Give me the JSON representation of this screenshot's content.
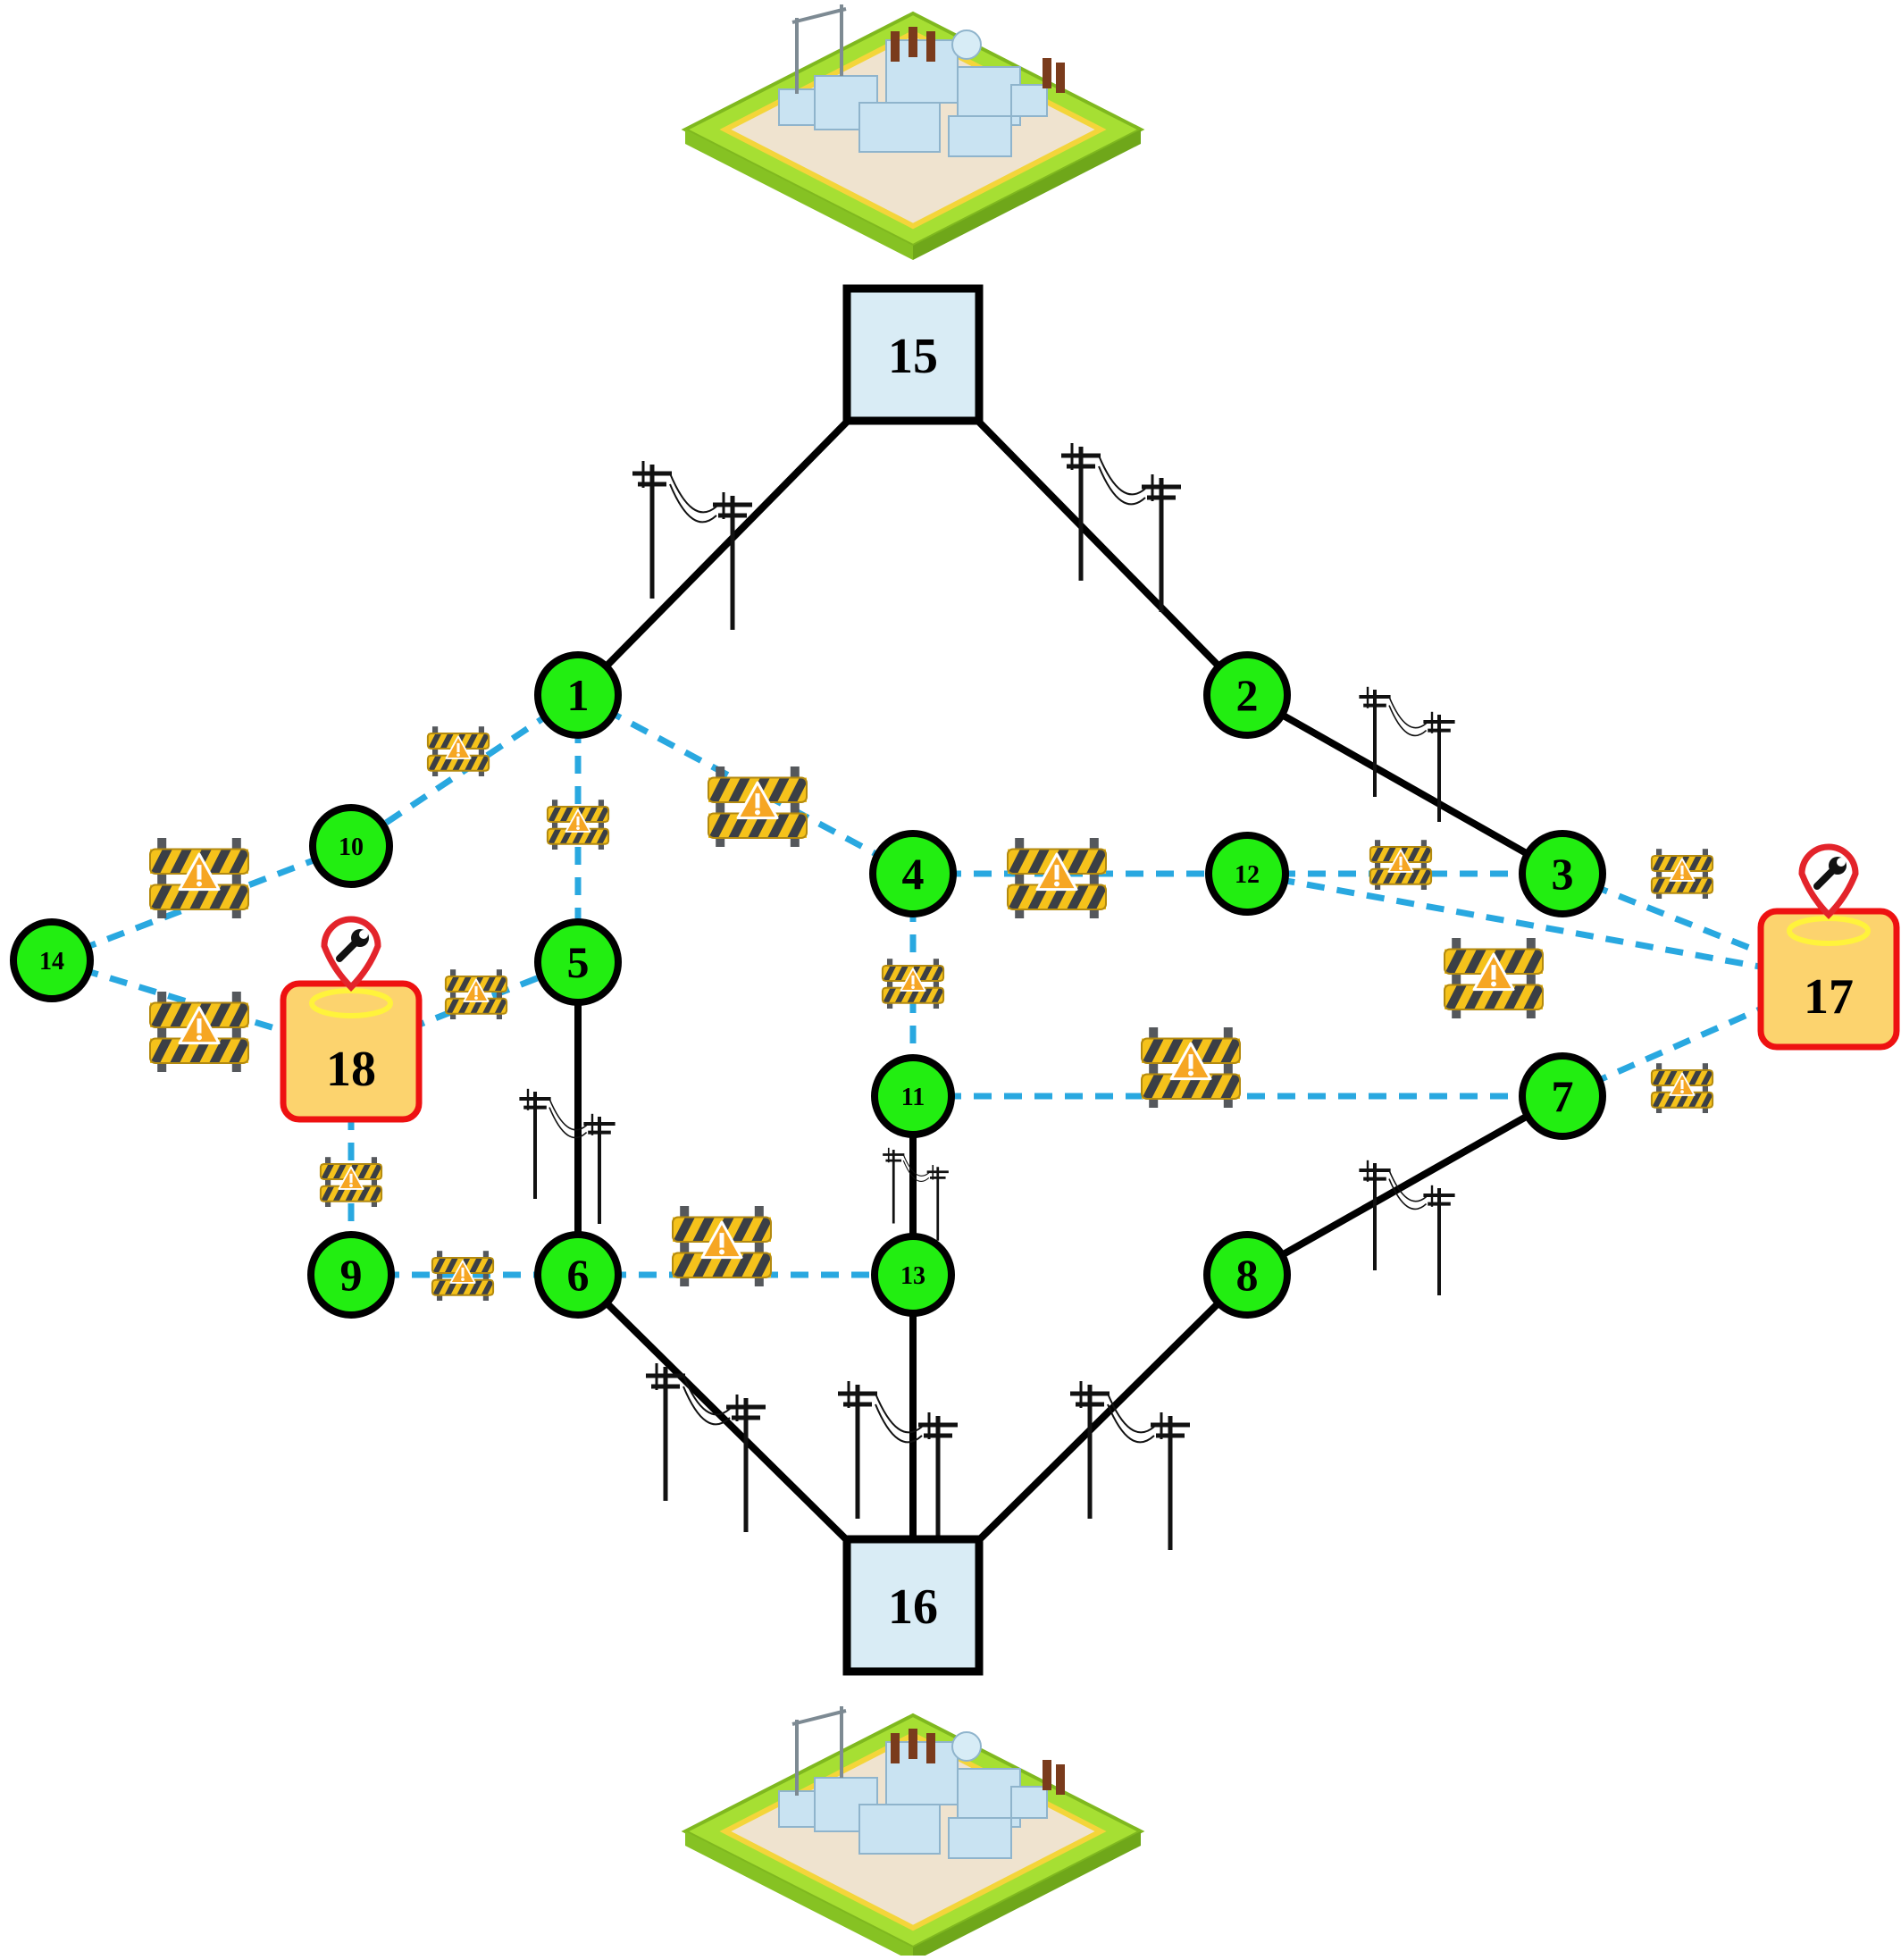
{
  "diagram": {
    "nodes": [
      {
        "id": "1"
      },
      {
        "id": "2"
      },
      {
        "id": "3"
      },
      {
        "id": "4"
      },
      {
        "id": "5"
      },
      {
        "id": "6"
      },
      {
        "id": "7"
      },
      {
        "id": "8"
      },
      {
        "id": "9"
      },
      {
        "id": "10"
      },
      {
        "id": "11"
      },
      {
        "id": "12"
      },
      {
        "id": "13"
      },
      {
        "id": "14"
      }
    ],
    "substations": [
      {
        "id": "15"
      },
      {
        "id": "16"
      }
    ],
    "repair_sites": [
      {
        "id": "17"
      },
      {
        "id": "18"
      }
    ],
    "lines": [
      {
        "from": "15",
        "to": "1",
        "style": "solid"
      },
      {
        "from": "15",
        "to": "2",
        "style": "solid"
      },
      {
        "from": "2",
        "to": "3",
        "style": "solid"
      },
      {
        "from": "5",
        "to": "6",
        "style": "solid"
      },
      {
        "from": "11",
        "to": "13",
        "style": "solid"
      },
      {
        "from": "7",
        "to": "8",
        "style": "solid"
      },
      {
        "from": "6",
        "to": "16",
        "style": "solid"
      },
      {
        "from": "13",
        "to": "16",
        "style": "solid"
      },
      {
        "from": "8",
        "to": "16",
        "style": "solid"
      },
      {
        "from": "1",
        "to": "10",
        "style": "dashed"
      },
      {
        "from": "1",
        "to": "5",
        "style": "dashed"
      },
      {
        "from": "1",
        "to": "4",
        "style": "dashed"
      },
      {
        "from": "10",
        "to": "14",
        "style": "dashed"
      },
      {
        "from": "14",
        "to": "18",
        "style": "dashed"
      },
      {
        "from": "18",
        "to": "5",
        "style": "dashed"
      },
      {
        "from": "18",
        "to": "9",
        "style": "dashed"
      },
      {
        "from": "9",
        "to": "6",
        "style": "dashed"
      },
      {
        "from": "6",
        "to": "13",
        "style": "dashed"
      },
      {
        "from": "4",
        "to": "12",
        "style": "dashed"
      },
      {
        "from": "4",
        "to": "11",
        "style": "dashed"
      },
      {
        "from": "12",
        "to": "3",
        "style": "dashed"
      },
      {
        "from": "12",
        "to": "17",
        "style": "dashed"
      },
      {
        "from": "3",
        "to": "17",
        "style": "dashed"
      },
      {
        "from": "11",
        "to": "7",
        "style": "dashed"
      },
      {
        "from": "7",
        "to": "17",
        "style": "dashed"
      }
    ],
    "colors": {
      "node_fill": "#22ee11",
      "substation_fill": "#d9ecf5",
      "repair_fill": "#fcd36e",
      "repair_border": "#ee1111",
      "solid_line": "#000000",
      "dashed_line": "#29a8e0",
      "barrier_stripe": "#f5c21b",
      "warning_sign": "#f6a623"
    },
    "icons": [
      "substation-icon",
      "power-pole-icon",
      "road-barrier-icon",
      "wrench-pin-icon"
    ]
  }
}
